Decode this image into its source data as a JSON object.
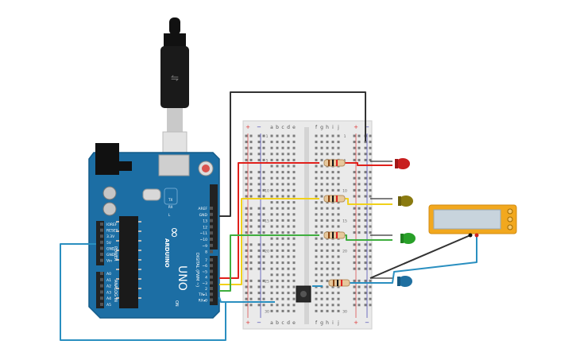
{
  "arduino": {
    "brand": "ARDUINO",
    "model": "UNO",
    "logo_text": "∞",
    "on_label": "ON",
    "digital_label": "DIGITAL (PWM ~)",
    "power_label": "POWER",
    "analog_label": "ANALOG IN",
    "top_pins": [
      "AREF",
      "GND",
      "13",
      "12",
      "~11",
      "~10",
      "~9",
      "8"
    ],
    "bottom_pins": [
      "7",
      "~6",
      "~5",
      "4",
      "~3",
      "2",
      "TX▸1",
      "RX◂0"
    ],
    "power_pins": [
      "IOREF",
      "RESET",
      "3.3V",
      "5V",
      "GND",
      "GND",
      "Vin"
    ],
    "analog_pins": [
      "A0",
      "A1",
      "A2",
      "A3",
      "A4",
      "A5"
    ],
    "tx_label": "TX",
    "rx_label": "RX",
    "l_label": "L"
  },
  "breadboard": {
    "col_letters_left": [
      "a",
      "b",
      "c",
      "d",
      "e"
    ],
    "col_letters_right": [
      "f",
      "g",
      "h",
      "i",
      "j"
    ],
    "rail_plus": "+",
    "rail_minus": "−",
    "row_numbers": [
      "1",
      "5",
      "10",
      "15",
      "20",
      "25",
      "30"
    ]
  },
  "colors": {
    "board": "#1c6ea4",
    "wire_red": "#e0201b",
    "wire_yellow": "#f1d11a",
    "wire_green": "#3fae3f",
    "wire_black": "#333333",
    "wire_blue": "#2a8fc0",
    "led_red": "#c81e1e",
    "led_yellow": "#8a7a10",
    "led_green": "#28a028",
    "led_blue": "#1f6fa0",
    "meter": "#f2a81e"
  },
  "multimeter": {
    "display": ""
  }
}
